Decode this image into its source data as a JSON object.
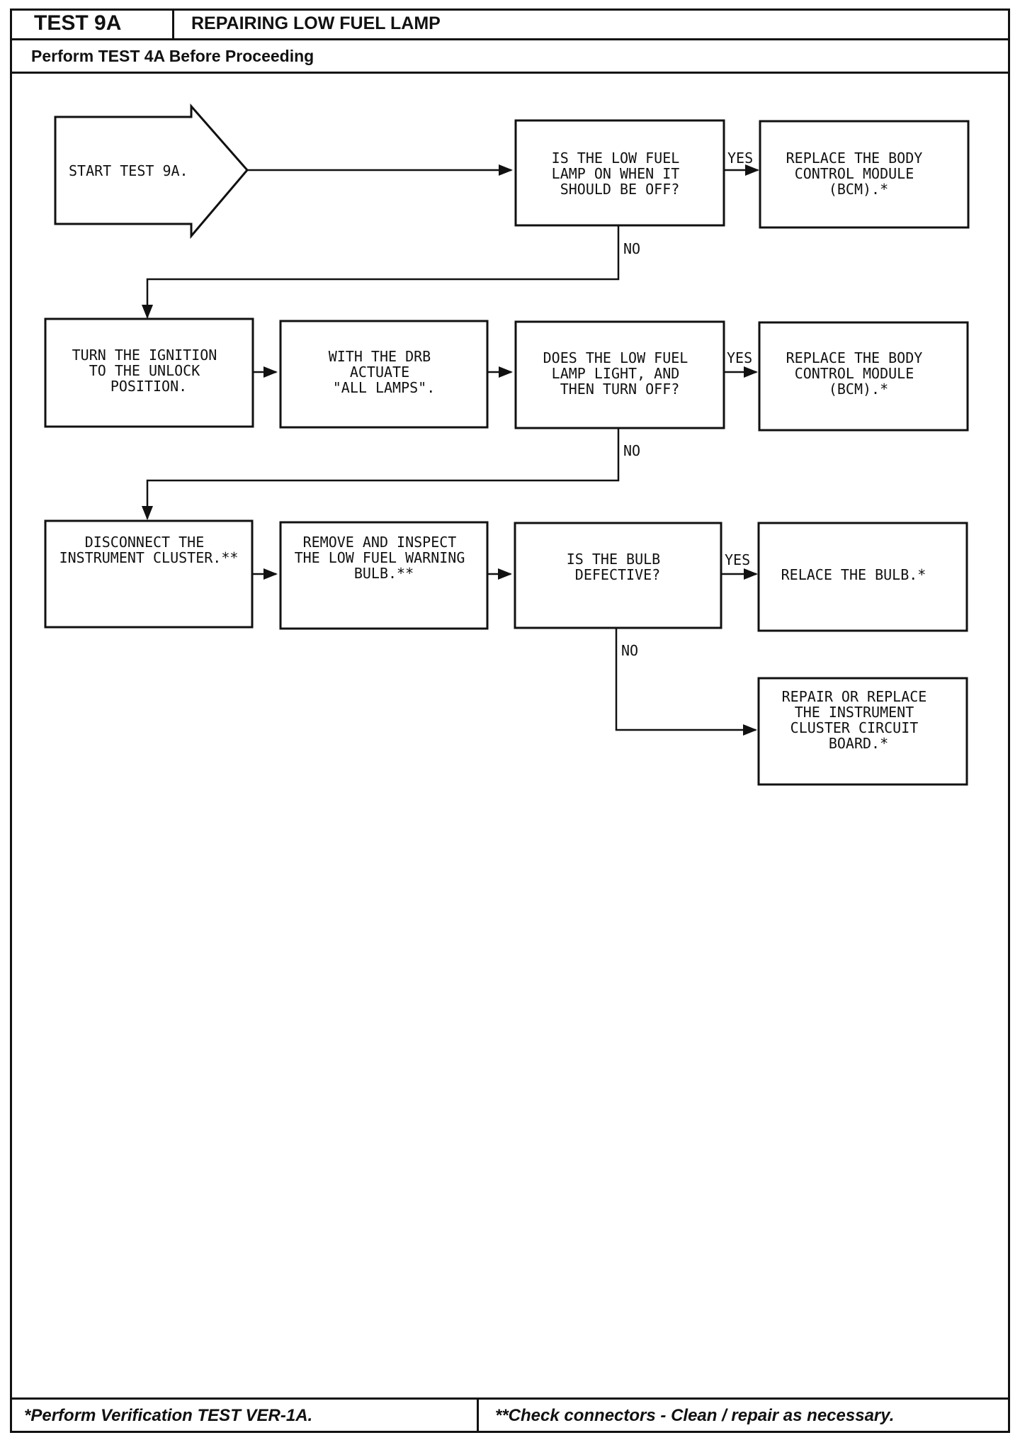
{
  "header": {
    "test_id": "TEST 9A",
    "title": "REPAIRING LOW FUEL LAMP",
    "prerequisite": "Perform TEST 4A Before Proceeding"
  },
  "flow": {
    "start": [
      "START TEST 9A."
    ],
    "q1": [
      "IS THE LOW FUEL",
      "LAMP ON WHEN IT",
      "SHOULD BE OFF?"
    ],
    "r1": [
      "REPLACE THE BODY",
      "CONTROL MODULE",
      "(BCM).*"
    ],
    "s1": [
      "TURN THE IGNITION",
      "TO THE UNLOCK",
      "POSITION."
    ],
    "s2": [
      "WITH THE DRB",
      "ACTUATE",
      "\"ALL LAMPS\"."
    ],
    "q2": [
      "DOES THE LOW FUEL",
      "LAMP LIGHT, AND",
      "THEN TURN OFF?"
    ],
    "r2": [
      "REPLACE THE BODY",
      "CONTROL MODULE",
      "(BCM).*"
    ],
    "s3": [
      "DISCONNECT THE",
      "INSTRUMENT CLUSTER.**"
    ],
    "s4": [
      "REMOVE AND INSPECT",
      "THE LOW FUEL WARNING",
      "BULB.**"
    ],
    "q3": [
      "IS THE BULB",
      "DEFECTIVE?"
    ],
    "r3": [
      "RELACE THE BULB.*"
    ],
    "r4": [
      "REPAIR OR REPLACE",
      "THE INSTRUMENT",
      "CLUSTER CIRCUIT",
      "BOARD.*"
    ],
    "yes": "YES",
    "no": "NO"
  },
  "footer": {
    "left": "*Perform Verification TEST VER-1A.",
    "right": "**Check connectors - Clean / repair as necessary."
  }
}
